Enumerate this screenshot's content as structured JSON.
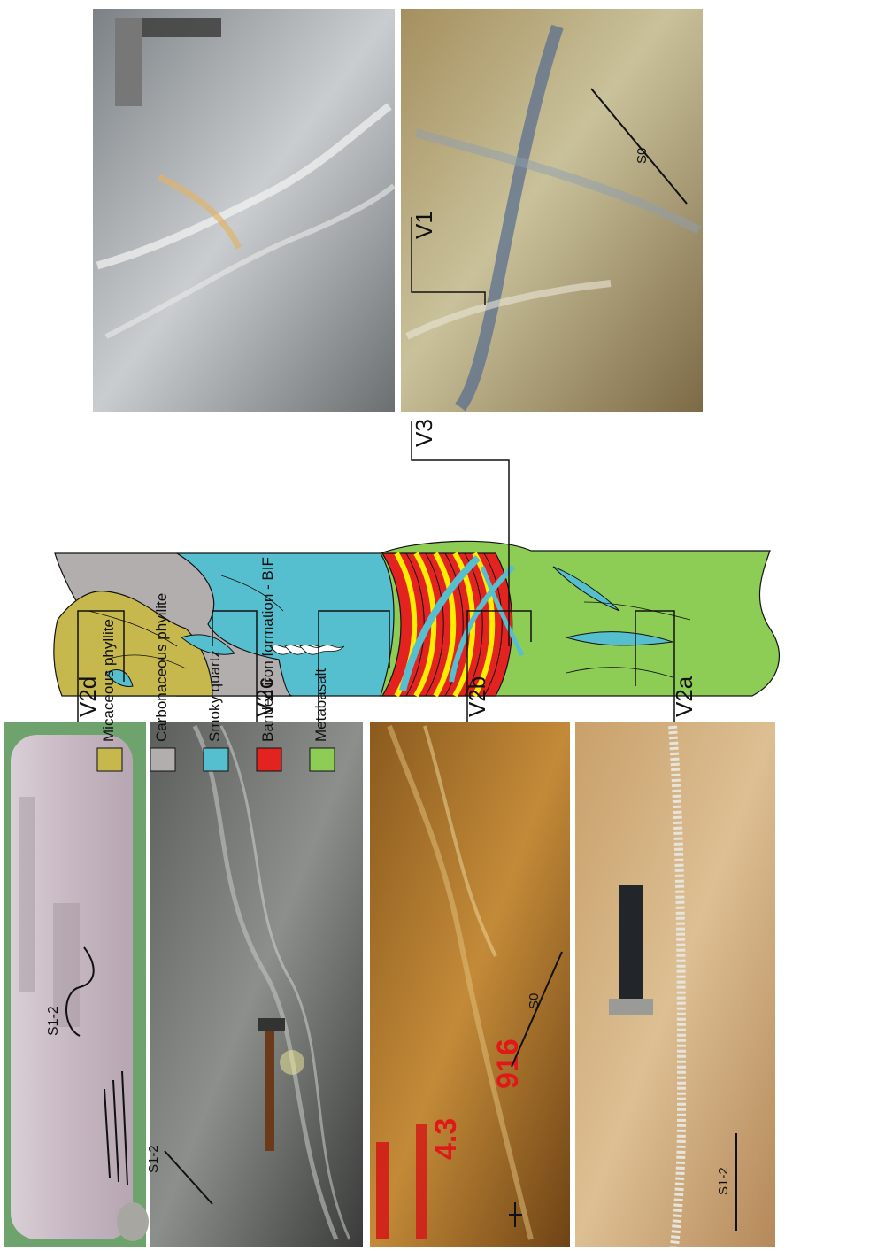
{
  "labels": {
    "v2d": "V2d",
    "v2c": "V2c",
    "v2b": "V2b",
    "v2a": "V2a",
    "v3": "V3",
    "v1": "V1"
  },
  "photo_annotations": {
    "s12_core": "S1-2",
    "s12_v2c": "S1-2",
    "s0_v2b": "S0",
    "s12_v2a": "S1-2",
    "s0_v1": "S0",
    "painted_1": "4.3",
    "painted_2": "916"
  },
  "legend": [
    {
      "label": "Micaceous phyllite",
      "color": "#c7b84e"
    },
    {
      "label": "Carbonaceous phyllite",
      "color": "#b3aeae"
    },
    {
      "label": "Smoky quartz",
      "color": "#56bfcf"
    },
    {
      "label": "Banded iron formation - BIF",
      "color": "#e3231f"
    },
    {
      "label": "Metabasalt",
      "color": "#8dcd55"
    }
  ],
  "colors": {
    "micaceous": "#c7b84e",
    "carbonaceous": "#b3aeae",
    "quartz": "#56bfcf",
    "bif_red": "#e3231f",
    "bif_yellow": "#ffee00",
    "metabasalt": "#8dcd55"
  }
}
